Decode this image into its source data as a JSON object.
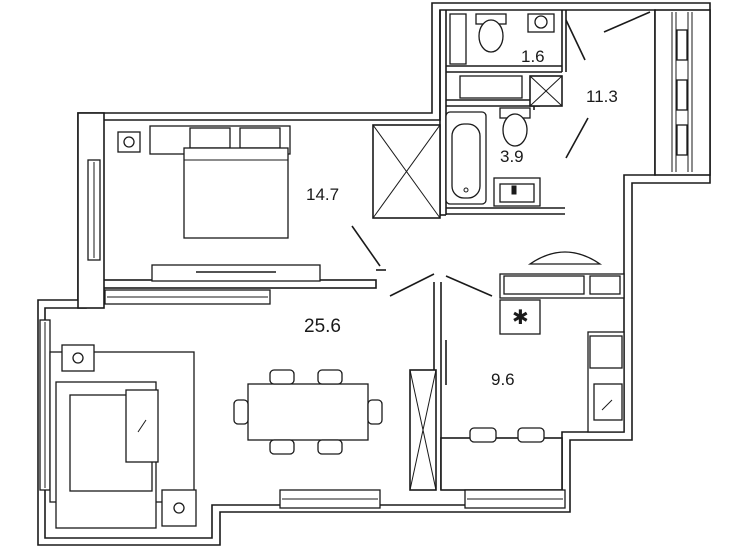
{
  "rooms": {
    "toilet_area": "1.6",
    "hallway_area": "11.3",
    "bathroom_area": "3.9",
    "bedroom_area": "14.7",
    "living_area": "25.6",
    "kitchen_area": "9.6"
  },
  "colors": {
    "line": "#1a1a1a",
    "background": "#ffffff"
  }
}
